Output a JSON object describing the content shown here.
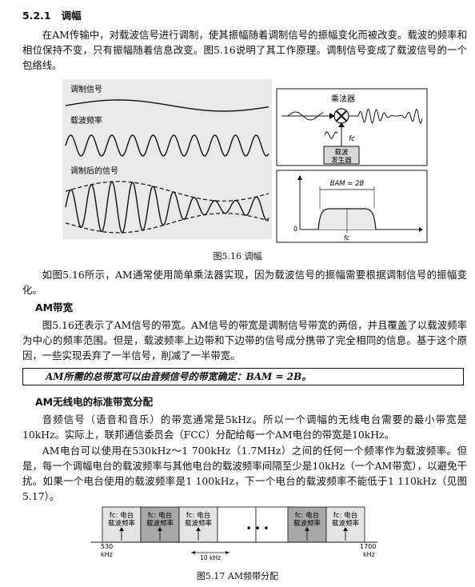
{
  "section": {
    "number": "5.2.1",
    "title": "调幅"
  },
  "para1": "在AM传输中，对载波信号进行调制，使其振幅随着调制信号的振幅变化而被改变。载波的频率和相位保持不变，只有振幅随着信息改变。图5.16说明了其工作原理。调制信号变成了载波信号的一个包络线。",
  "fig16": {
    "label_modulating": "调制信号",
    "label_carrier": "载波频率",
    "label_modulated": "调制后的信号",
    "multiplier": "乘法器",
    "osc_line1": "载波",
    "osc_line2": "发生器",
    "fc": "fc",
    "bw_label": "BAM = 2B",
    "axis_zero": "0",
    "caption": "图5.16   调幅"
  },
  "para2": "如图5.16所示，AM通常使用简单乘法器实现，因为载波信号的振幅需要根据调制信号的振幅变化。",
  "sub1": "AM带宽",
  "para3": "图5.16还表示了AM信号的带宽。AM信号的带宽是调制信号带宽的两倍，并且覆盖了以载波频率为中心的频率范围。但是，载波频率上边带和下边带的信号成分携带了完全相同的信息。基于这个原因，一些实现丢弃了一半信号，削减了一半带宽。",
  "formula": "AM所需的总带宽可以由音频信号的带宽确定：BAM = 2B。",
  "sub2": "AM无线电的标准带宽分配",
  "para4": "音频信号（语音和音乐）的带宽通常是5kHz。所以一个调幅的无线电台需要的最小带宽是10kHz。实际上，联邦通信委员会（FCC）分配给每一个AM电台的带宽是10kHz。",
  "para5": "AM电台可以使用在530kHz～1 700kHz（1.7MHz）之间的任何一个频率作为载波频率。但是，每一个调幅电台的载波频率与其他电台的载波频率间隔至少是10kHz（一个AM带宽），以避免干扰。如果一个电台使用的载波频率是1 100kHz，下一个电台的载波频率不能低于1 110kHz（见图5.17）。",
  "fig17": {
    "station_top": "fc: 电台",
    "station_bottom": "载波频率",
    "dots": "• • •",
    "left_freq": "530",
    "right_freq": "1700",
    "unit": "kHz",
    "spacing": "10 kHz",
    "caption": "图5.17   AM频带分配"
  }
}
